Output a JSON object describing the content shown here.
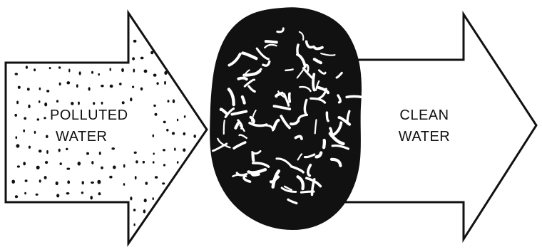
{
  "diagram": {
    "inlet_label": {
      "line1": "POLLUTED",
      "line2": "WATER"
    },
    "outlet_label": {
      "line1": "CLEAN",
      "line2": "WATER"
    },
    "colors": {
      "ink": "#111111",
      "background": "#ffffff"
    }
  }
}
